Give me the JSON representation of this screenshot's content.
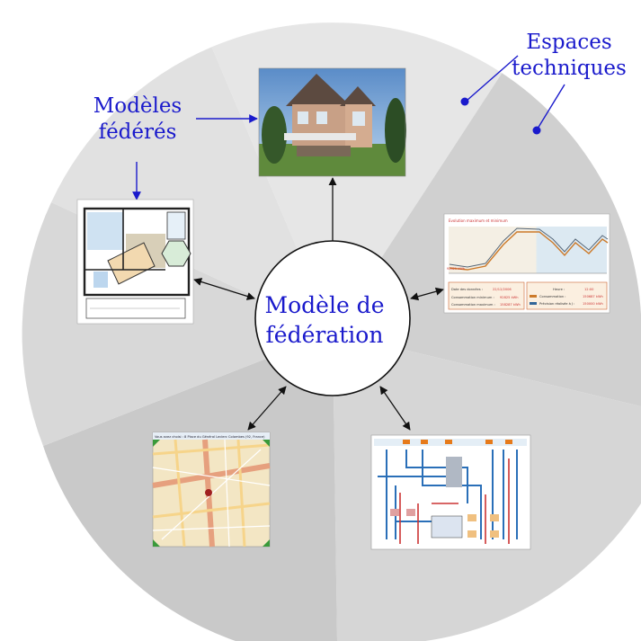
{
  "center": {
    "line1": "Modèle de",
    "line2": "fédération"
  },
  "label_modeles": {
    "line1": "Modèles",
    "line2": "fédérés"
  },
  "label_espaces": {
    "line1": "Espaces",
    "line2": "techniques"
  },
  "colors": {
    "label_blue": "#1a1acc",
    "sector_light": "#e6e6e6",
    "sector_mid": "#d4d4d4",
    "sector_dark": "#c6c6c6",
    "arrow": "#111111",
    "center_fill": "#ffffff"
  },
  "sectors": [
    "top",
    "upper-left",
    "lower-left",
    "bottom",
    "lower-right",
    "upper-right"
  ],
  "thumbnails": [
    {
      "name": "house-photo",
      "description": "house photo"
    },
    {
      "name": "floor-plan",
      "description": "floor plan"
    },
    {
      "name": "energy-chart",
      "description": "energy consumption chart",
      "table": [
        [
          "Date des données :",
          "22/12/2006",
          "Heure :",
          "12:00"
        ],
        [
          "Consommation minimum :",
          "92825 kWh",
          "Consommation :",
          "150687 kWh"
        ],
        [
          "Consommation maximum :",
          "158287 kWh",
          "Prévision réalisée à J :",
          "150000 kWh"
        ]
      ]
    },
    {
      "name": "street-map",
      "header": "Vous avez choisi : 8 Place du Général Leclerc Colombes (92, France)"
    },
    {
      "name": "network-schematic",
      "description": "technical network schematic"
    }
  ]
}
